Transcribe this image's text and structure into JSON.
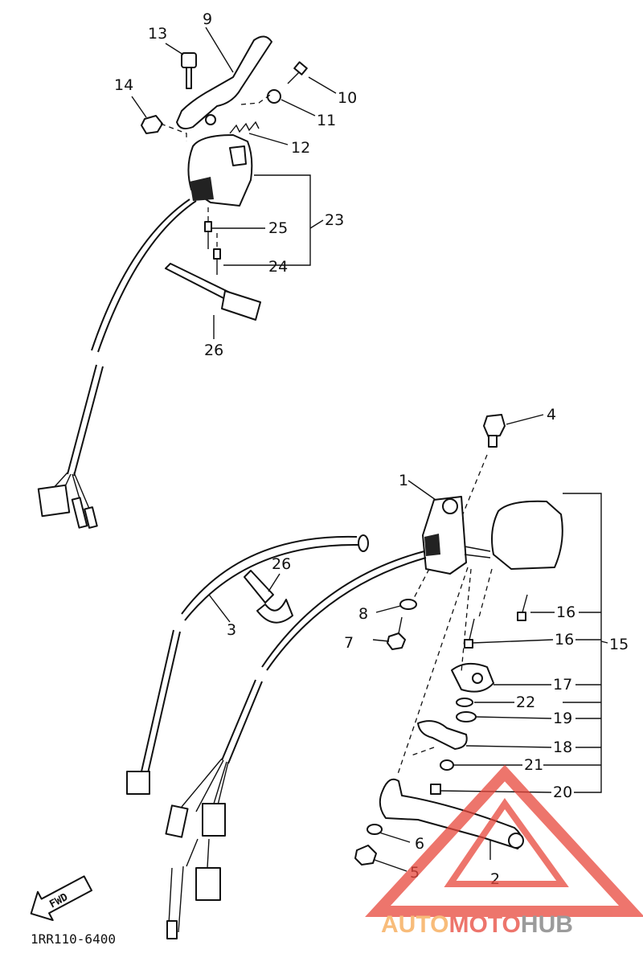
{
  "diagram": {
    "callouts": [
      "1",
      "2",
      "3",
      "4",
      "5",
      "6",
      "7",
      "8",
      "9",
      "10",
      "11",
      "12",
      "13",
      "14",
      "15",
      "16",
      "16",
      "17",
      "18",
      "19",
      "20",
      "21",
      "22",
      "23",
      "24",
      "25",
      "26",
      "26"
    ],
    "code": "1RR110-6400",
    "fwd_label": "FWD"
  },
  "watermark": {
    "part1": "AUTO",
    "part2": "MOTO",
    "part3": "HUB",
    "color_orange": "#f6a64e",
    "color_red": "#e8473c",
    "color_gray": "#7a7a7a"
  }
}
